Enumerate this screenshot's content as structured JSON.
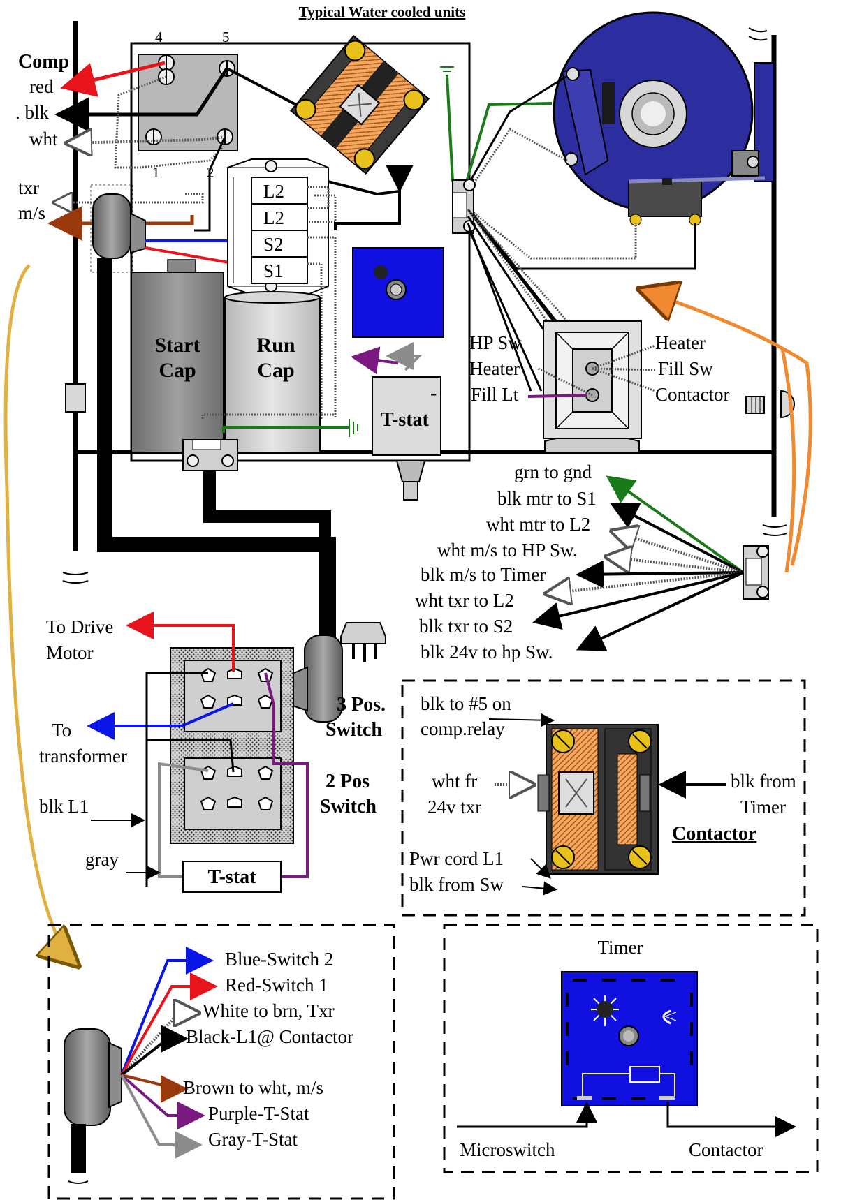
{
  "title": "Typical Water cooled units",
  "colors": {
    "red": "#e8141b",
    "black": "#000000",
    "blue": "#0a16e8",
    "green": "#1a7a1a",
    "brown": "#9a3a0c",
    "purple": "#7a1a80",
    "gray": "#8c8c8c",
    "motor_blue": "#2c2ea0",
    "timer_blue": "#1010e0",
    "orange": "#f07a20",
    "yellow": "#e8c21a",
    "chassis_gray": "#c8c8c8"
  },
  "compressor_relay": {
    "terminal_4": "4",
    "terminal_5": "5",
    "terminal_1": "1",
    "terminal_2": "2",
    "comp_label": "Comp",
    "wire_red": "red",
    "wire_blk": ". blk",
    "wire_wht": "wht"
  },
  "left_labels": {
    "txr": "txr",
    "ms": "m/s"
  },
  "terminal_block": {
    "rows": [
      "L2",
      "L2",
      "S2",
      "S1"
    ]
  },
  "capacitors": {
    "start": [
      "Start",
      "Cap"
    ],
    "run": [
      "Run",
      "Cap"
    ]
  },
  "tstat": {
    "minus": "-",
    "label": "T-stat"
  },
  "switch_box": {
    "left": [
      "HP Sw",
      "Heater",
      "Fill Lt"
    ],
    "right": [
      "Heater",
      "Fill Sw",
      "Contactor"
    ]
  },
  "harness": {
    "labels": [
      "grn to gnd",
      "blk mtr to S1",
      "wht mtr to L2",
      "wht m/s to HP Sw.",
      "blk m/s to  Timer",
      "wht txr to L2",
      "blk txr to S2",
      "blk 24v to hp Sw."
    ]
  },
  "switch_panel": {
    "to_drive": [
      "To Drive",
      "Motor"
    ],
    "to_transformer": [
      "To",
      "transformer"
    ],
    "blk_l1": "blk L1",
    "gray": "gray",
    "three_pos": [
      "3 Pos.",
      "Switch"
    ],
    "two_pos": [
      "2 Pos",
      "Switch"
    ],
    "tstat": "T-stat"
  },
  "contactor_panel": {
    "blk_to_5": [
      "blk to #5 on",
      "comp.relay"
    ],
    "wht_fr": [
      "wht fr",
      "24v txr"
    ],
    "blk_from": [
      "blk from",
      "Timer"
    ],
    "title": "Contactor",
    "pwr_cord": [
      "Pwr cord L1",
      "blk from Sw"
    ]
  },
  "plug_legend": {
    "items": [
      "Blue-Switch 2",
      "Red-Switch 1",
      "White to brn, Txr",
      "Black-L1@ Contactor",
      "Brown to wht, m/s",
      "Purple-T-Stat",
      "Gray-T-Stat"
    ]
  },
  "timer_panel": {
    "title": "Timer",
    "left": "Microswitch",
    "right": "Contactor"
  }
}
